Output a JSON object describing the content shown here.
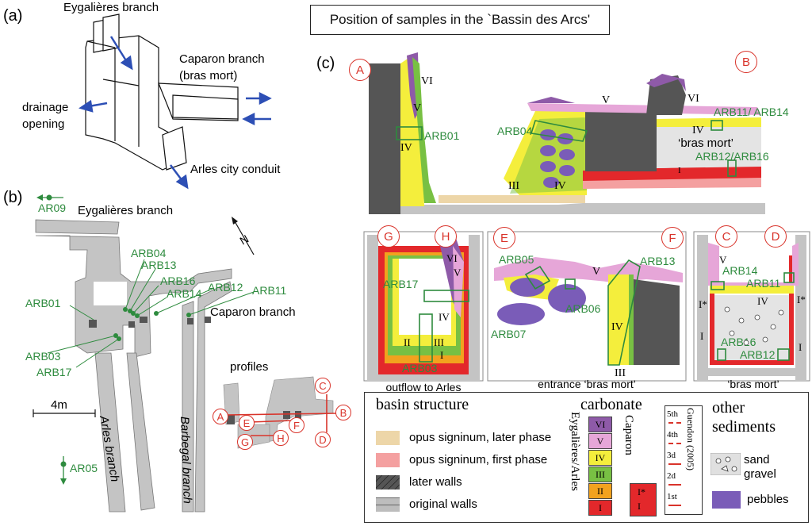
{
  "header": {
    "title": "Position of samples in the `Bassin des Arcs'"
  },
  "panels": {
    "a": {
      "label": "(a)",
      "eygalieres": "Eygalières branch",
      "caparon_1": "Caparon branch",
      "caparon_2": "(bras mort)",
      "drainage_1": "drainage",
      "drainage_2": "opening",
      "arles": "Arles city conduit"
    },
    "b": {
      "label": "(b)",
      "eygalieres": "Eygalières branch",
      "caparon": "Caparon branch",
      "arles_branch": "Arles branch",
      "barbegal": "Barbegal branch",
      "scale": "4m",
      "north": "N",
      "profiles": "profiles",
      "samples": [
        "AR09",
        "ARB04",
        "ARB13",
        "ARB16",
        "ARB14",
        "ARB12",
        "ARB11",
        "ARB01",
        "ARB03",
        "ARB17",
        "AR05"
      ],
      "profile_letters": [
        "A",
        "B",
        "C",
        "D",
        "E",
        "F",
        "G",
        "H"
      ]
    },
    "c": {
      "label": "(c)",
      "A": {
        "letter": "A",
        "sample": "ARB01",
        "phases": [
          "VI",
          "V",
          "IV"
        ]
      },
      "B": {
        "letter": "B",
        "samples": [
          "ARB04",
          "ARB11/ ARB14",
          "ARB12/ARB16"
        ],
        "phases": [
          "V",
          "VI",
          "IV",
          "III",
          "IV",
          "I"
        ],
        "bras_mort": "‘bras mort’"
      },
      "GH": {
        "letters": [
          "G",
          "H"
        ],
        "samples": [
          "ARB17",
          "ARB03"
        ],
        "phases": [
          "VI",
          "V",
          "IV",
          "III",
          "II",
          "I"
        ],
        "caption": "outflow to Arles"
      },
      "EF": {
        "letters": [
          "E",
          "F"
        ],
        "samples": [
          "ARB05",
          "ARB13",
          "ARB06",
          "ARB07"
        ],
        "phases": [
          "V",
          "IV",
          "III"
        ],
        "caption": "entrance ‘bras mort’"
      },
      "CD": {
        "letters": [
          "C",
          "D"
        ],
        "samples": [
          "ARB14",
          "ARB11",
          "ARB16",
          "ARB12"
        ],
        "phases": [
          "V",
          "IV",
          "I*",
          "I*",
          "I",
          "I"
        ],
        "caption": "‘bras mort’"
      }
    }
  },
  "legend": {
    "basin_structure": "basin structure",
    "items": [
      {
        "label": "opus signinum, later phase",
        "color": "#edd6a8"
      },
      {
        "label": "opus signinum, first phase",
        "color": "#f4a0a0"
      },
      {
        "label": "later walls",
        "color": "#555555"
      },
      {
        "label": "original walls",
        "color": "#bdbdbd"
      }
    ],
    "carbonate": "carbonate",
    "col1": "Eygalières/Arles",
    "col2": "Caparon",
    "phases": [
      {
        "label": "VI",
        "color": "#8e5aa8"
      },
      {
        "label": "V",
        "color": "#e6a6d8"
      },
      {
        "label": "IV",
        "color": "#f4ee3c"
      },
      {
        "label": "III",
        "color": "#78c043"
      },
      {
        "label": "II",
        "color": "#f2a21e"
      },
      {
        "label": "I",
        "color": "#e3282b"
      }
    ],
    "caparon_phases": [
      "I*",
      "I"
    ],
    "guendon": "Guendon (2005)",
    "guendon_marks": [
      "5th",
      "4th",
      "3d",
      "2d",
      "1st"
    ],
    "other": "other",
    "sediments": "sediments",
    "sand": "sand",
    "gravel": "gravel",
    "pebbles": "pebbles",
    "pebble_color": "#7a5cb8"
  }
}
